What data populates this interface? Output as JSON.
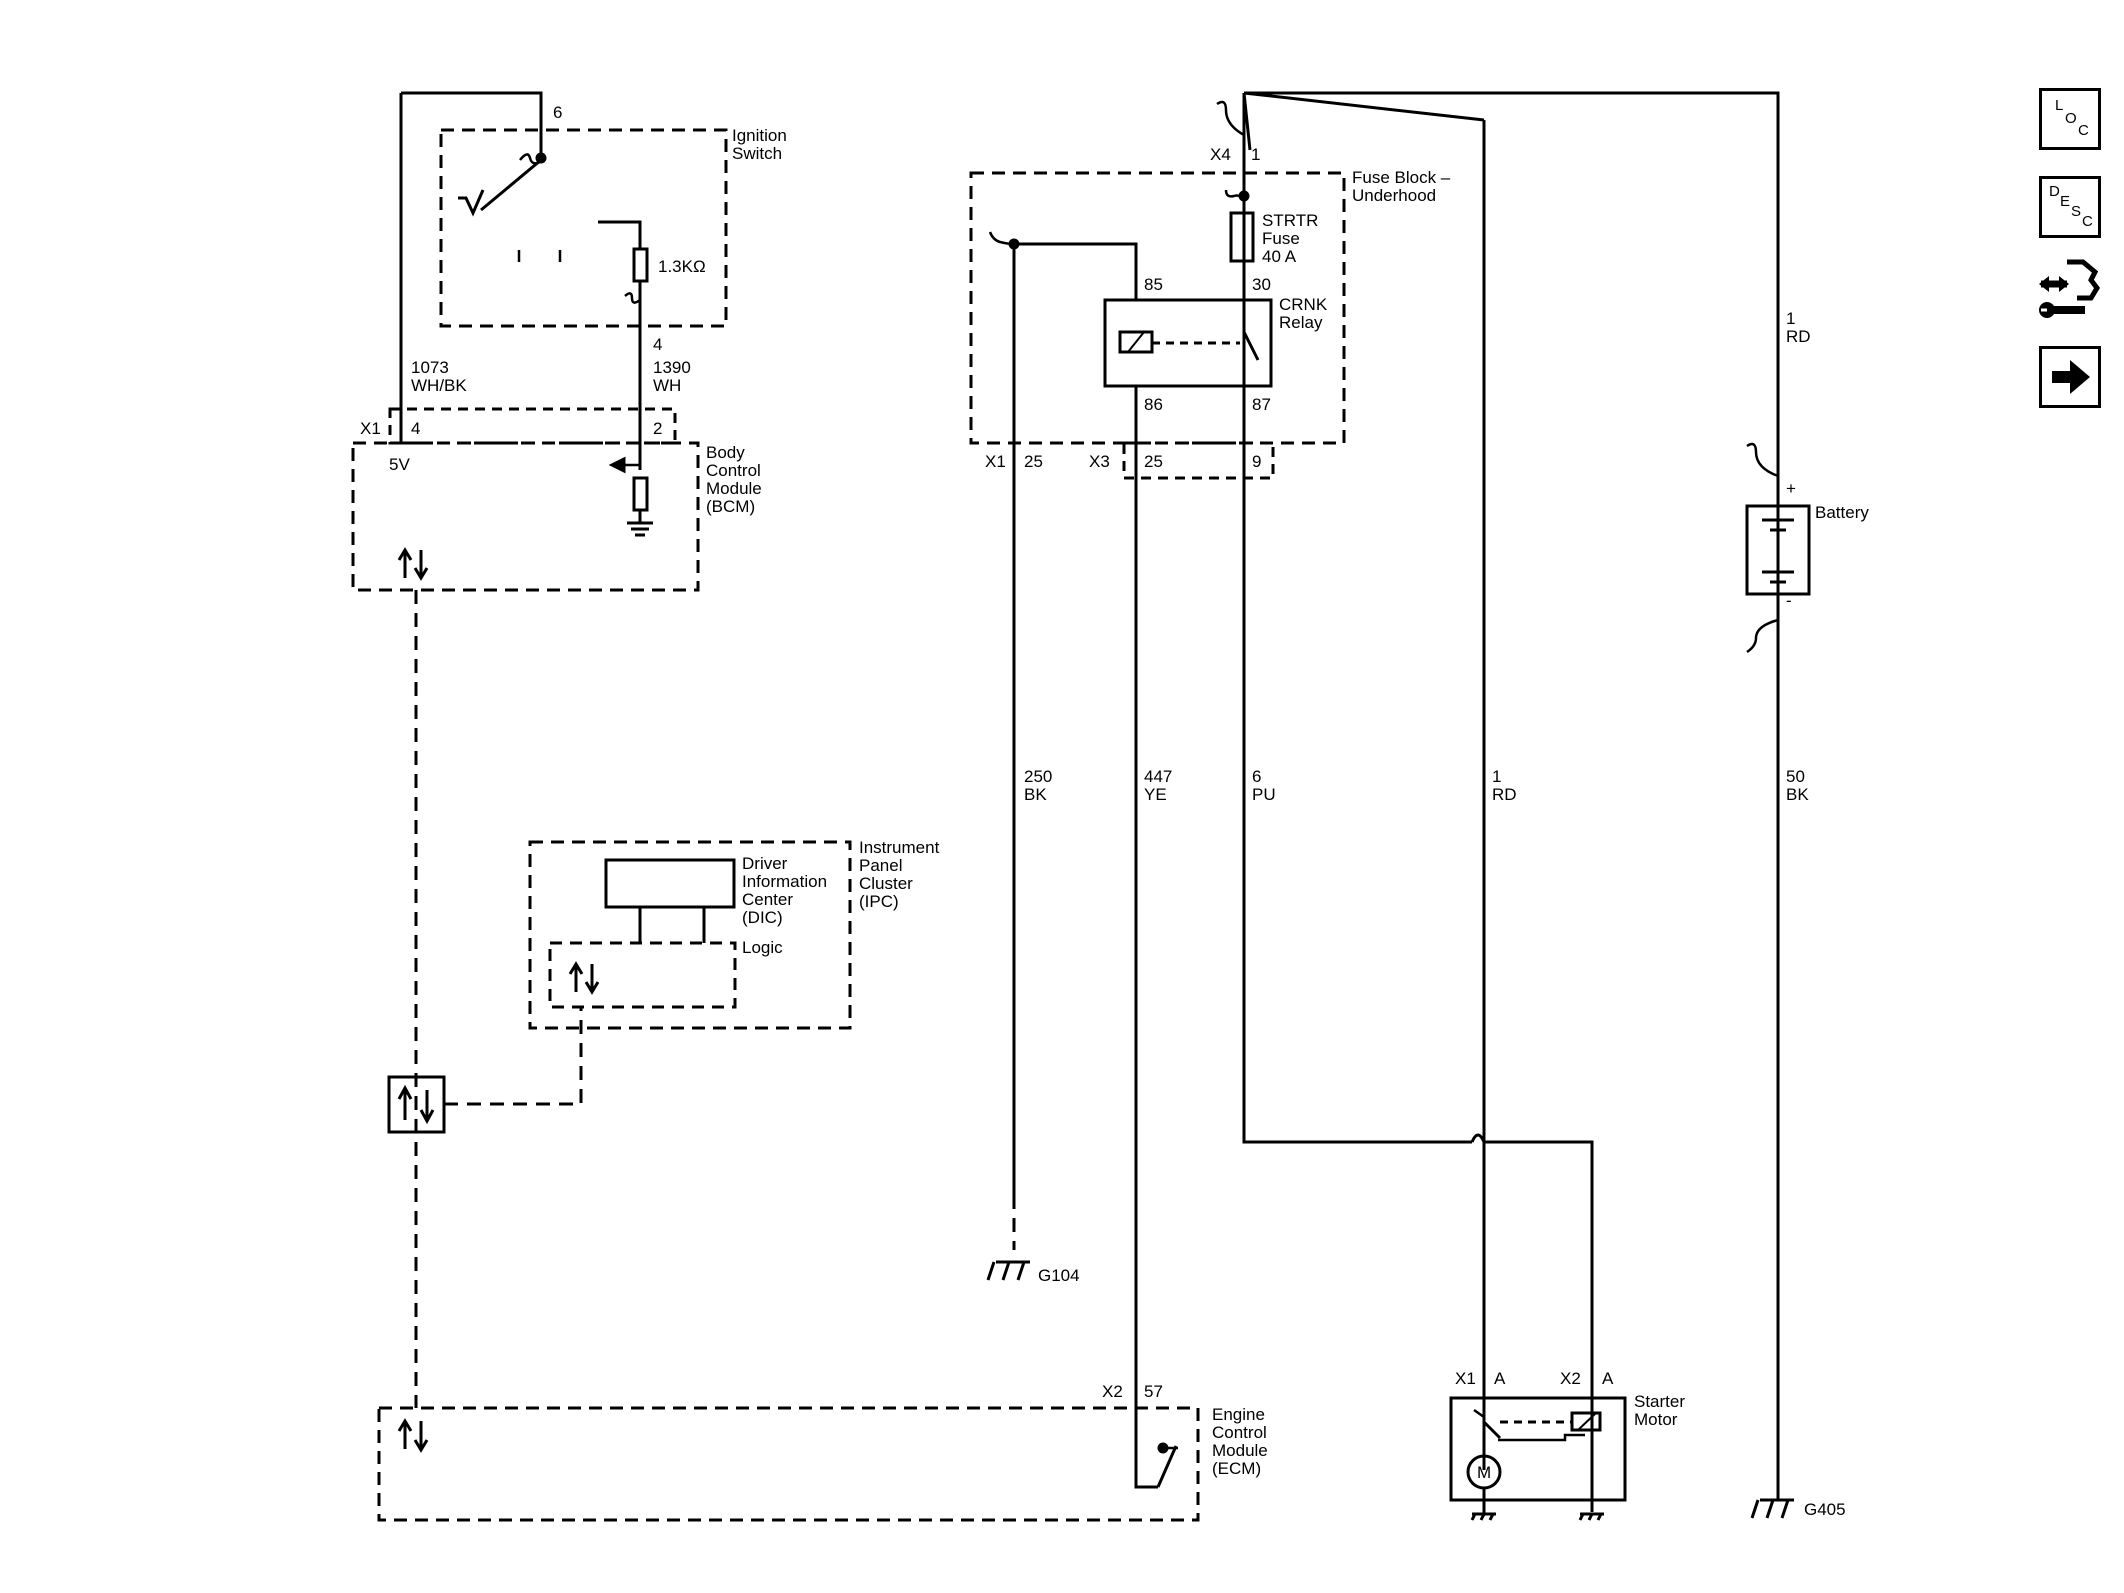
{
  "nav": {
    "loc": [
      "L",
      "O",
      "C"
    ],
    "desc": [
      "D",
      "E",
      "S",
      "C"
    ]
  },
  "diagram": {
    "ignition_switch": {
      "title_1": "Ignition",
      "title_2": "Switch",
      "pin_top": "6",
      "pin_bottom": "4",
      "resistor": "1.3KΩ"
    },
    "bcm": {
      "title_1": "Body",
      "title_2": "Control",
      "title_3": "Module",
      "title_4": "(BCM)",
      "connector": "X1",
      "pin_a": "4",
      "pin_b": "2",
      "voltage": "5V"
    },
    "wire_1073": {
      "circuit": "1073",
      "color": "WH/BK"
    },
    "wire_1390": {
      "circuit": "1390",
      "color": "WH"
    },
    "ipc": {
      "title_1": "Instrument",
      "title_2": "Panel",
      "title_3": "Cluster",
      "title_4": "(IPC)",
      "dic_1": "Driver",
      "dic_2": "Information",
      "dic_3": "Center",
      "dic_4": "(DIC)",
      "logic": "Logic"
    },
    "fuse_block": {
      "title_1": "Fuse Block –",
      "title_2": "Underhood",
      "connector_x4": "X4",
      "pin_x4": "1",
      "connector_x1": "X1",
      "pin_x1": "25",
      "connector_x3": "X3",
      "pin_x3a": "25",
      "pin_x3b": "9"
    },
    "fuse": {
      "name_1": "STRTR",
      "name_2": "Fuse",
      "rating": "40 A"
    },
    "relay": {
      "name_1": "CRNK",
      "name_2": "Relay",
      "pin_85": "85",
      "pin_30": "30",
      "pin_86": "86",
      "pin_87": "87"
    },
    "wire_250": {
      "circuit": "250",
      "color": "BK"
    },
    "wire_447": {
      "circuit": "447",
      "color": "YE"
    },
    "wire_6": {
      "circuit": "6",
      "color": "PU"
    },
    "wire_1_mid": {
      "circuit": "1",
      "color": "RD"
    },
    "wire_1_top": {
      "circuit": "1",
      "color": "RD"
    },
    "wire_50": {
      "circuit": "50",
      "color": "BK"
    },
    "battery": {
      "title": "Battery",
      "plus": "+",
      "minus": "-"
    },
    "ground_g104": "G104",
    "ground_g405": "G405",
    "ecm": {
      "title_1": "Engine",
      "title_2": "Control",
      "title_3": "Module",
      "title_4": "(ECM)",
      "connector": "X2",
      "pin": "57"
    },
    "starter": {
      "title_1": "Starter",
      "title_2": "Motor",
      "conn_x1": "X1",
      "pin_x1": "A",
      "conn_x2": "X2",
      "pin_x2": "A",
      "motor": "M"
    }
  }
}
